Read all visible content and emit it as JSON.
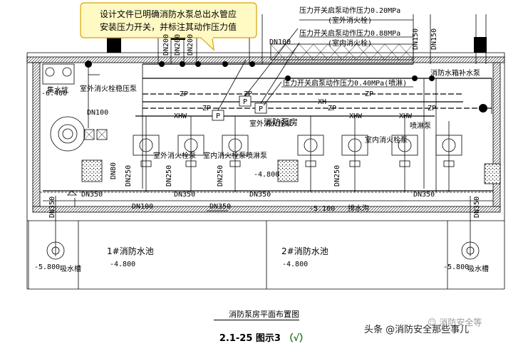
{
  "callout": {
    "line1": "设计文件已明确消防水泵总出水管应",
    "line2": "安装压力开关，并标注其动作压力值"
  },
  "pressure_labels": {
    "outdoor_start": "压力开关启泵动作压力0.20MPa",
    "outdoor_sub": "(室外消火栓)",
    "indoor_start": "压力开关启泵动作压力0.88MPa",
    "indoor_sub": "(室内消火栓)",
    "sprinkler_start": "压力开关启泵动作压力0.40MPa(喷淋)"
  },
  "pipe_labels": {
    "dn100_top": "DN100",
    "dn200_a": "DN200",
    "dn200_b": "DN200",
    "dn200_c": "DN200",
    "dn150_a": "DN150",
    "dn150_b": "DN150",
    "dn100_left": "DN100",
    "dn80": "DN80",
    "dn250_a": "DN250",
    "dn250_b": "DN250",
    "dn250_c": "DN250",
    "dn250_d": "DN250",
    "dn350_a": "DN350",
    "dn350_b": "DN350",
    "dn350_c": "DN350",
    "dn350_d": "DN350",
    "dn350_left": "DN350",
    "dn350_right": "DN350",
    "dn100_bottom": "DN100",
    "dn350_bottom": "DN350",
    "zp": "ZP",
    "xh": "XH",
    "xhw": "XHW",
    "p": "P"
  },
  "rooms": {
    "pump_room": "消防泵房",
    "sump": "集水坑",
    "outdoor_stabilizer": "室外消火栓稳压泵",
    "outdoor_pump": "室外消火栓泵",
    "indoor_pump_a": "室内消火栓泵",
    "indoor_pump_b": "室内消火栓泵",
    "sprinkler_pump_a": "喷淋泵",
    "sprinkler_pump_b": "喷淋泵",
    "indoor_hydrant_label": "室外消火栓泵",
    "tank_booster": "消防水箱补水泵",
    "drain": "排水沟",
    "pool1": "1#消防水池",
    "pool2": "2#消防水池",
    "suction_left": "吸水槽",
    "suction_right": "吸水槽"
  },
  "elevations": {
    "e1": "-6.400",
    "e2": "-4.800",
    "e3": "-5.100",
    "e4": "-5.800",
    "e5": "-4.800",
    "e6": "-4.800",
    "e7": "-5.800"
  },
  "captions": {
    "plan_title": "消防泵房平面布置图",
    "figure_title": "2.1-25 图示3",
    "check": "（√）"
  },
  "watermark": {
    "text": "头条 @消防安全那些事儿",
    "faint": "消防安全等",
    "faint_icon": "☺"
  },
  "colors": {
    "callout_fill": "#fff9c4",
    "callout_border": "#d9a400",
    "check": "#1d7d1d"
  }
}
